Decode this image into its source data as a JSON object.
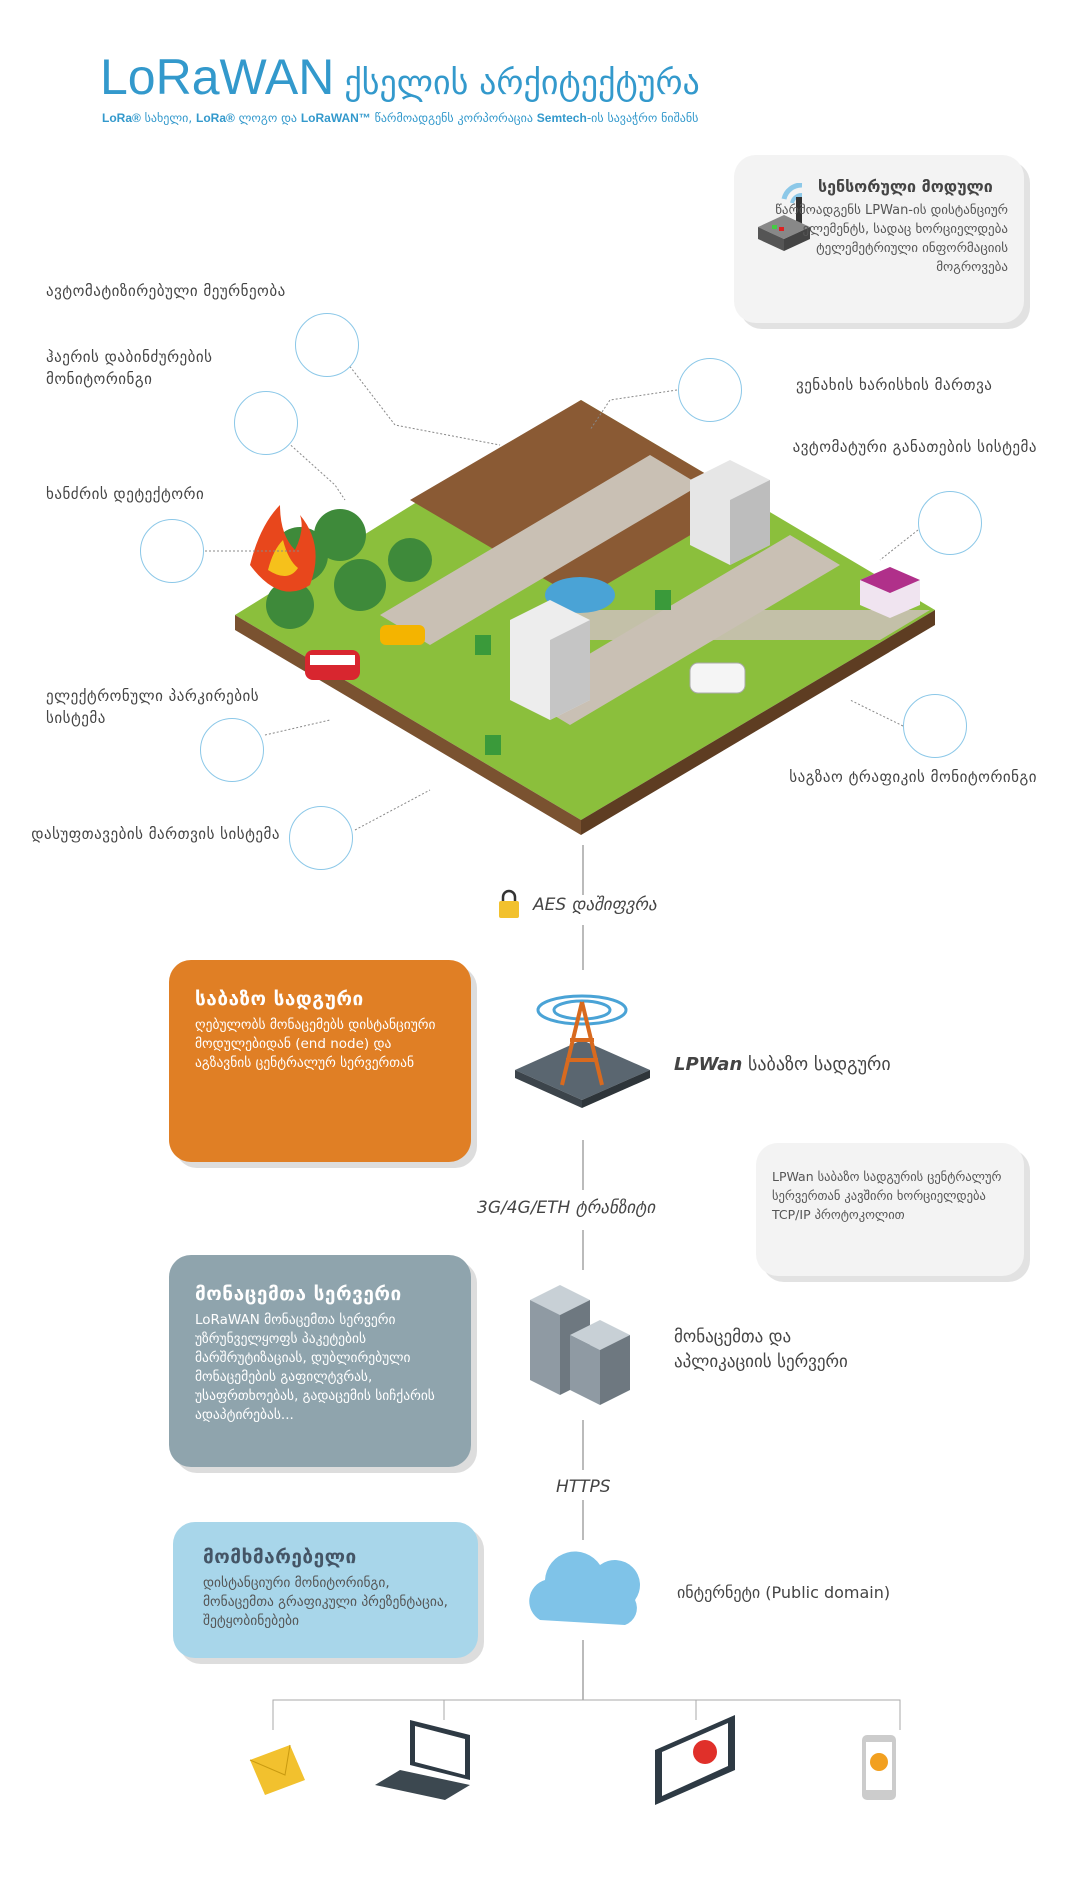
{
  "title": {
    "brand": "LoRaWAN",
    "rest": "ქსელის არქიტექტურა"
  },
  "subtitle": {
    "p1": "LoRa®",
    "p2": " სახელი, ",
    "p3": "LoRa®",
    "p4": " ლოგო და ",
    "p5": "LoRaWAN™",
    "p6": " წარმოადგენს კორპორაცია ",
    "p7": "Semtech",
    "p8": "-ის სავაჭრო ნიშანს"
  },
  "sensor_module": {
    "title": "სენსორული მოდული",
    "text": "წარმოადგენს LPWan-ის დისტანციურ ელემენტს, სადაც ხორციელდება ტელემეტრიული ინფორმაციის მოგროვება"
  },
  "applications": {
    "farming": "ავტომატიზირებული მეურნეობა",
    "air": "ჰაერის დაბინძურების მონიტორინგი",
    "fire": "ხანძრის დეტექტორი",
    "parking": "ელექტრონული პარკირების სისტემა",
    "waste": "დასუფთავების მართვის სისტემა",
    "vineyard": "ვენახის ხარისხის მართვა",
    "lighting": "ავტომატური განათების სისტემა",
    "traffic": "საგზაო ტრაფიკის მონიტორინგი"
  },
  "aes": "AES დაშიფვრა",
  "base_station": {
    "title": "საბაზო სადგური",
    "text": "ღებულობს მონაცემებს დისტანციური მოდულებიდან (end node) და აგზავნის ცენტრალურ სერვერთან",
    "label_bold": "LPWan",
    "label_rest": " საბაზო სადგური"
  },
  "tcp_note": "LPWan საბაზო სადგურის ცენტრალურ სერვერთან კავშირი ხორციელდება TCP/IP პროტოკოლით",
  "transit": "3G/4G/ETH ტრანზიტი",
  "data_server": {
    "title": "მონაცემთა სერვერი",
    "text": "LoRaWAN მონაცემთა სერვერი უზრუნველყოფს პაკეტების მარშრუტიზაციას, დუბლირებული მონაცემების გაფილტვრას, უსაფრთხოებას, გადაცემის სიჩქარის ადაპტირებას...",
    "label": "მონაცემთა და აპლიკაციის სერვერი"
  },
  "https": "HTTPS",
  "user": {
    "title": "მომხმარებელი",
    "text": "დისტანციური მონიტორინგი, მონაცემთა გრაფიკული პრეზენტაცია, შეტყობინებები"
  },
  "internet": "ინტერნეტი (Public domain)",
  "colors": {
    "blue": "#3399cc",
    "orange": "#e07f25",
    "slate": "#8fa4ad",
    "lightblue": "#a8d6ea"
  }
}
